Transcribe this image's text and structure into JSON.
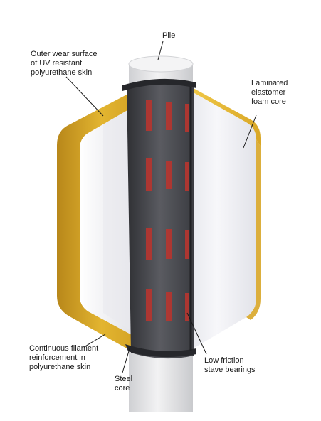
{
  "labels": {
    "pile": "Pile",
    "outer_wear_surface": "Outer wear surface\nof UV resistant\npolyurethane skin",
    "laminated_core": "Laminated\nelastomer\nfoam core",
    "continuous_filament": "Continuous filament\nreinforcement in\npolyurethane skin",
    "steel_core": "Steel\ncore",
    "low_friction": "Low friction\nstave bearings"
  },
  "colors": {
    "skin_yellow": "#e0b12c",
    "foam_white": "#f3f4f8",
    "steel_dark": "#4a4b50",
    "pile_grey": "#e4e5e7",
    "stave_red": "#b8352f"
  }
}
